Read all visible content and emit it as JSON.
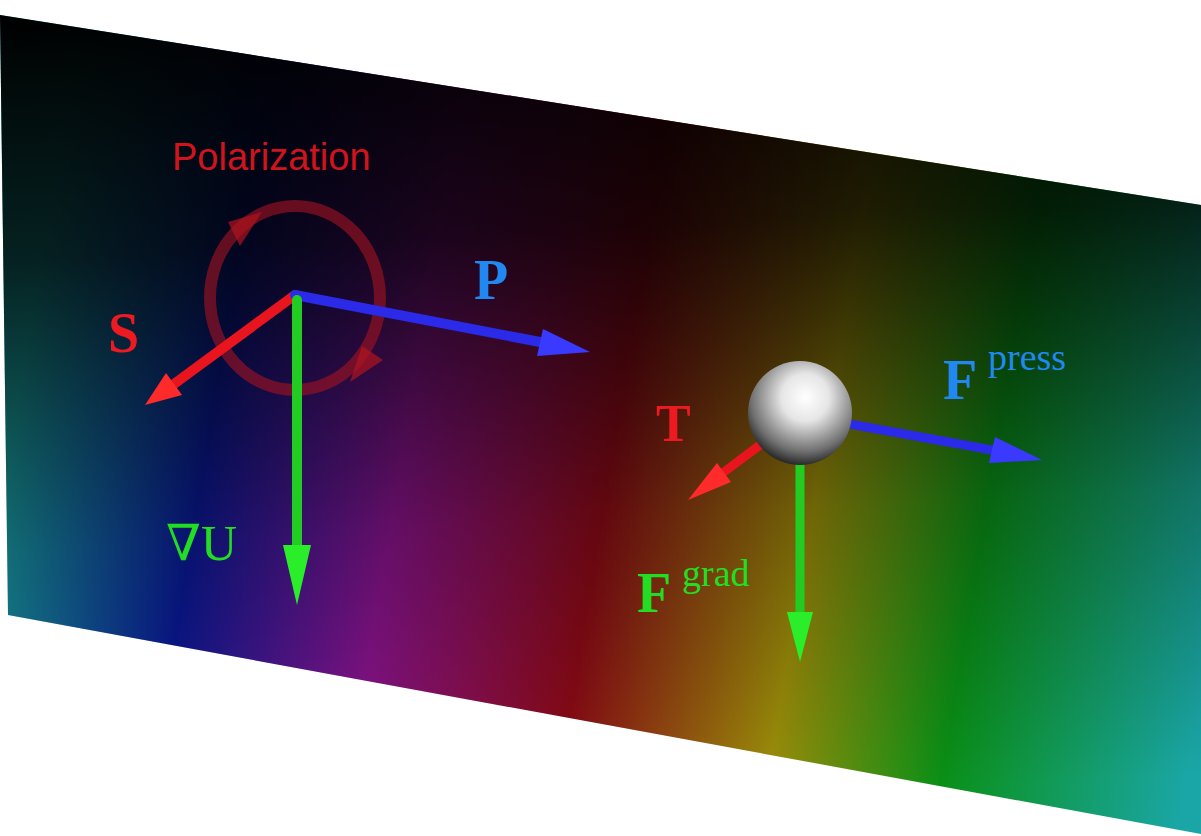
{
  "diagram": {
    "labels": [
      "Polarization",
      "S",
      "P",
      "∇U",
      "T",
      "F",
      "press",
      "F",
      "grad"
    ]
  }
}
